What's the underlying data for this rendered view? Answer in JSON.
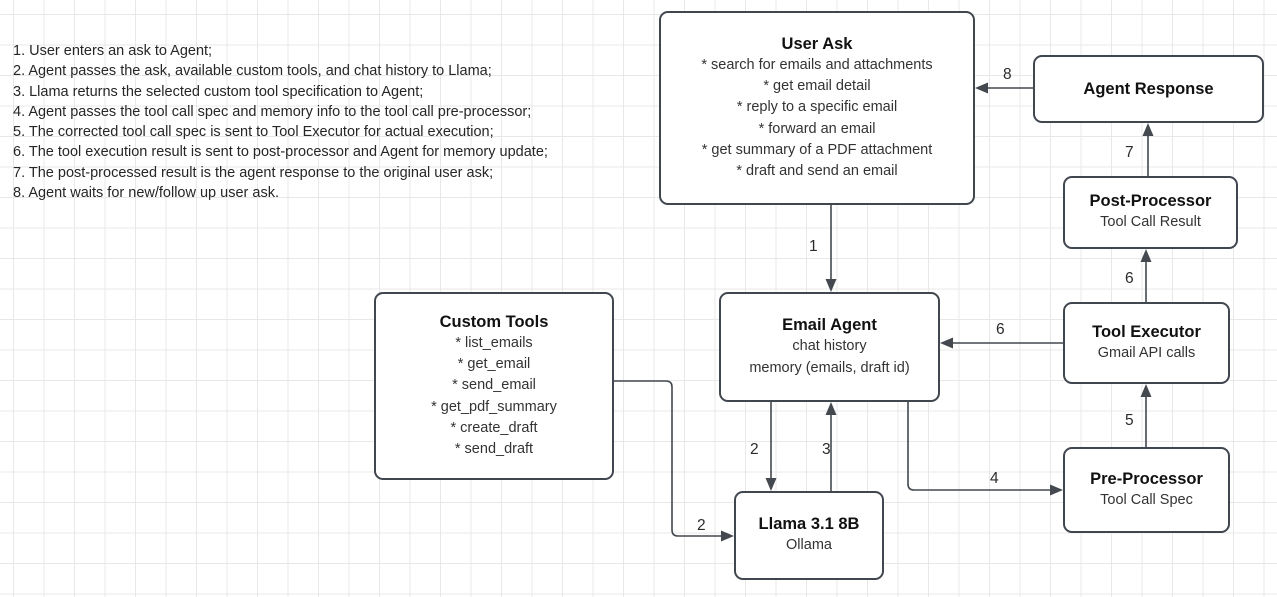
{
  "legend": {
    "lines": [
      "1. User enters an ask to Agent;",
      "2. Agent passes the ask, available custom tools, and chat history to Llama;",
      "3. Llama returns the selected custom tool specification to Agent;",
      "4. Agent passes the tool call spec and memory info to the tool call pre-processor;",
      "5. The corrected tool call spec is sent to Tool Executor for actual execution;",
      "6. The tool execution result is sent to post-processor and Agent for memory update;",
      "7. The post-processed result is the agent response to the original user ask;",
      "8. Agent waits for new/follow up user ask."
    ]
  },
  "nodes": {
    "user_ask": {
      "title": "User Ask",
      "lines": [
        "* search for emails and attachments",
        "* get email detail",
        "* reply to a specific email",
        "* forward an email",
        "* get summary of a PDF attachment",
        "* draft and send an email"
      ]
    },
    "agent_response": {
      "title": "Agent Response",
      "lines": []
    },
    "post_processor": {
      "title": "Post-Processor",
      "lines": [
        "Tool Call Result"
      ]
    },
    "custom_tools": {
      "title": "Custom Tools",
      "lines": [
        "* list_emails",
        "* get_email",
        "* send_email",
        "* get_pdf_summary",
        "* create_draft",
        "* send_draft"
      ]
    },
    "email_agent": {
      "title": "Email Agent",
      "lines": [
        "chat history",
        "memory (emails, draft id)"
      ]
    },
    "tool_executor": {
      "title": "Tool Executor",
      "lines": [
        "Gmail API calls"
      ]
    },
    "pre_processor": {
      "title": "Pre-Processor",
      "lines": [
        "Tool Call Spec"
      ]
    },
    "llama": {
      "title": "Llama 3.1 8B",
      "lines": [
        "Ollama"
      ]
    }
  },
  "edges": [
    {
      "id": "user-ask-to-email-agent",
      "label": "1",
      "from": "user_ask",
      "to": "email_agent"
    },
    {
      "id": "email-agent-to-llama",
      "label": "2",
      "from": "email_agent",
      "to": "llama"
    },
    {
      "id": "custom-tools-to-llama",
      "label": "2",
      "from": "custom_tools",
      "to": "llama"
    },
    {
      "id": "llama-to-email-agent",
      "label": "3",
      "from": "llama",
      "to": "email_agent"
    },
    {
      "id": "email-agent-to-pre-processor",
      "label": "4",
      "from": "email_agent",
      "to": "pre_processor"
    },
    {
      "id": "pre-processor-to-tool-executor",
      "label": "5",
      "from": "pre_processor",
      "to": "tool_executor"
    },
    {
      "id": "tool-executor-to-email-agent",
      "label": "6",
      "from": "tool_executor",
      "to": "email_agent"
    },
    {
      "id": "tool-executor-to-post-processor",
      "label": "6",
      "from": "tool_executor",
      "to": "post_processor"
    },
    {
      "id": "post-processor-to-agent-response",
      "label": "7",
      "from": "post_processor",
      "to": "agent_response"
    },
    {
      "id": "agent-response-to-user-ask",
      "label": "8",
      "from": "agent_response",
      "to": "user_ask"
    }
  ],
  "colors": {
    "node_border": "#41474f",
    "edge_stroke": "#43494f",
    "grid_line": "#e8e8e8",
    "background": "#ffffff",
    "text": "#1f1f1f"
  }
}
